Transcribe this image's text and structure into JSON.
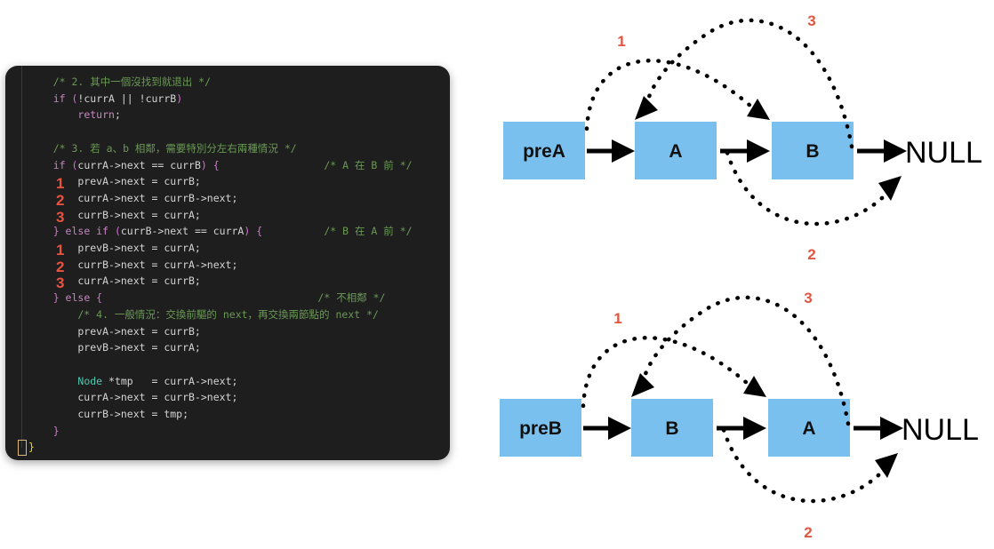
{
  "code": {
    "lines": [
      [
        {
          "t": "    /* 2. 其中一個沒找到就退出 */",
          "c": "comment"
        }
      ],
      [
        {
          "t": "    ",
          "c": "plain"
        },
        {
          "t": "if",
          "c": "kw"
        },
        {
          "t": " (",
          "c": "paren"
        },
        {
          "t": "!currA || !currB",
          "c": "plain"
        },
        {
          "t": ")",
          "c": "paren"
        }
      ],
      [
        {
          "t": "        ",
          "c": "plain"
        },
        {
          "t": "return",
          "c": "kw"
        },
        {
          "t": ";",
          "c": "plain"
        }
      ],
      [],
      [
        {
          "t": "    /* 3. 若 a、b 相鄰，需要特別分左右兩種情況 */",
          "c": "comment"
        }
      ],
      [
        {
          "t": "    ",
          "c": "plain"
        },
        {
          "t": "if",
          "c": "kw"
        },
        {
          "t": " (",
          "c": "paren"
        },
        {
          "t": "currA->next == currB",
          "c": "plain"
        },
        {
          "t": ") {",
          "c": "paren"
        },
        {
          "t": "                 /* A 在 B 前 */",
          "c": "comment"
        }
      ],
      [
        {
          "t": "        prevA->next = currB;",
          "c": "plain"
        }
      ],
      [
        {
          "t": "        currA->next = currB->next;",
          "c": "plain"
        }
      ],
      [
        {
          "t": "        currB->next = currA;",
          "c": "plain"
        }
      ],
      [
        {
          "t": "    } ",
          "c": "paren"
        },
        {
          "t": "else if",
          "c": "kw"
        },
        {
          "t": " (",
          "c": "paren"
        },
        {
          "t": "currB->next == currA",
          "c": "plain"
        },
        {
          "t": ") {",
          "c": "paren"
        },
        {
          "t": "          /* B 在 A 前 */",
          "c": "comment"
        }
      ],
      [
        {
          "t": "        prevB->next = currA;",
          "c": "plain"
        }
      ],
      [
        {
          "t": "        currB->next = currA->next;",
          "c": "plain"
        }
      ],
      [
        {
          "t": "        currA->next = currB;",
          "c": "plain"
        }
      ],
      [
        {
          "t": "    } ",
          "c": "paren"
        },
        {
          "t": "else",
          "c": "kw"
        },
        {
          "t": " {",
          "c": "paren"
        },
        {
          "t": "                                   /* 不相鄰 */",
          "c": "comment"
        }
      ],
      [
        {
          "t": "        /* 4. 一般情況：交換前驅的 next，再交換兩節點的 next */",
          "c": "comment"
        }
      ],
      [
        {
          "t": "        prevA->next = currB;",
          "c": "plain"
        }
      ],
      [
        {
          "t": "        prevB->next = currA;",
          "c": "plain"
        }
      ],
      [],
      [
        {
          "t": "        ",
          "c": "plain"
        },
        {
          "t": "Node",
          "c": "type"
        },
        {
          "t": " *tmp   = currA->next;",
          "c": "plain"
        }
      ],
      [
        {
          "t": "        currA->next = currB->next;",
          "c": "plain"
        }
      ],
      [
        {
          "t": "        currB->next = tmp;",
          "c": "plain"
        }
      ],
      [
        {
          "t": "    }",
          "c": "paren"
        }
      ],
      [
        {
          "t": "}",
          "c": "brace"
        }
      ]
    ],
    "step_markers": [
      {
        "label": "1",
        "line": 6
      },
      {
        "label": "2",
        "line": 7
      },
      {
        "label": "3",
        "line": 8
      },
      {
        "label": "1",
        "line": 10
      },
      {
        "label": "2",
        "line": 11
      },
      {
        "label": "3",
        "line": 12
      }
    ]
  },
  "diagrams": [
    {
      "nodes": [
        "preA",
        "A",
        "B"
      ],
      "null_label": "NULL",
      "arc_labels": [
        "1",
        "2",
        "3"
      ]
    },
    {
      "nodes": [
        "preB",
        "B",
        "A"
      ],
      "null_label": "NULL",
      "arc_labels": [
        "1",
        "2",
        "3"
      ]
    }
  ],
  "colors": {
    "node_fill": "#7ac0ee",
    "arc_label": "#e0553f",
    "step_marker": "#e8533f",
    "code_bg": "#1e1e1e"
  }
}
